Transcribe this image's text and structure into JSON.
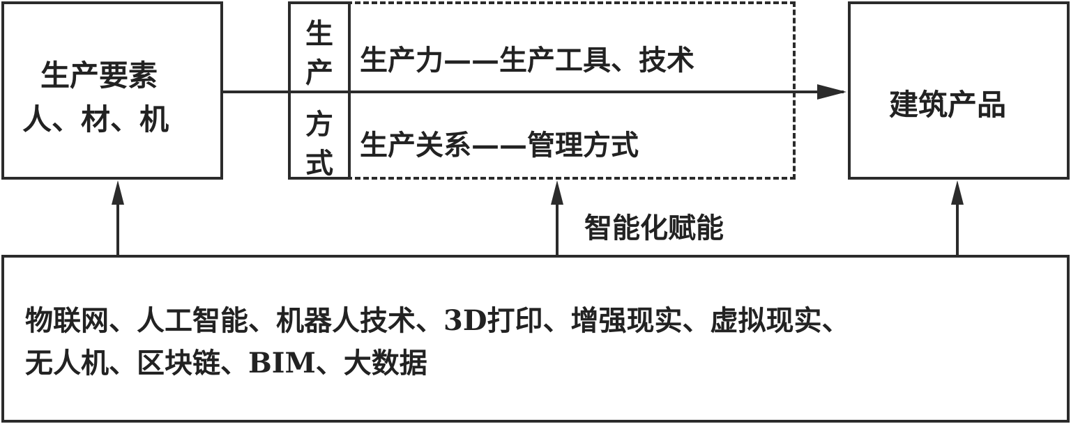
{
  "nodes": {
    "elements": {
      "line1": "生产要素",
      "line2": "人、材、机"
    },
    "mode": {
      "chars": [
        "生",
        "产",
        "方",
        "式"
      ]
    },
    "productivity": {
      "text": "生产力——生产工具、技术"
    },
    "relations": {
      "text": "生产关系——管理方式"
    },
    "product": {
      "text": "建筑产品"
    },
    "tech": {
      "line1": "物联网、人工智能、机器人技术、3D打印、增强现实、虚拟现实、",
      "line2": "无人机、区块链、BIM、大数据"
    }
  },
  "edges": {
    "empower": {
      "label": "智能化赋能"
    }
  },
  "colors": {
    "stroke": "#2b2b2b",
    "text": "#222222",
    "background": "#ffffff"
  }
}
